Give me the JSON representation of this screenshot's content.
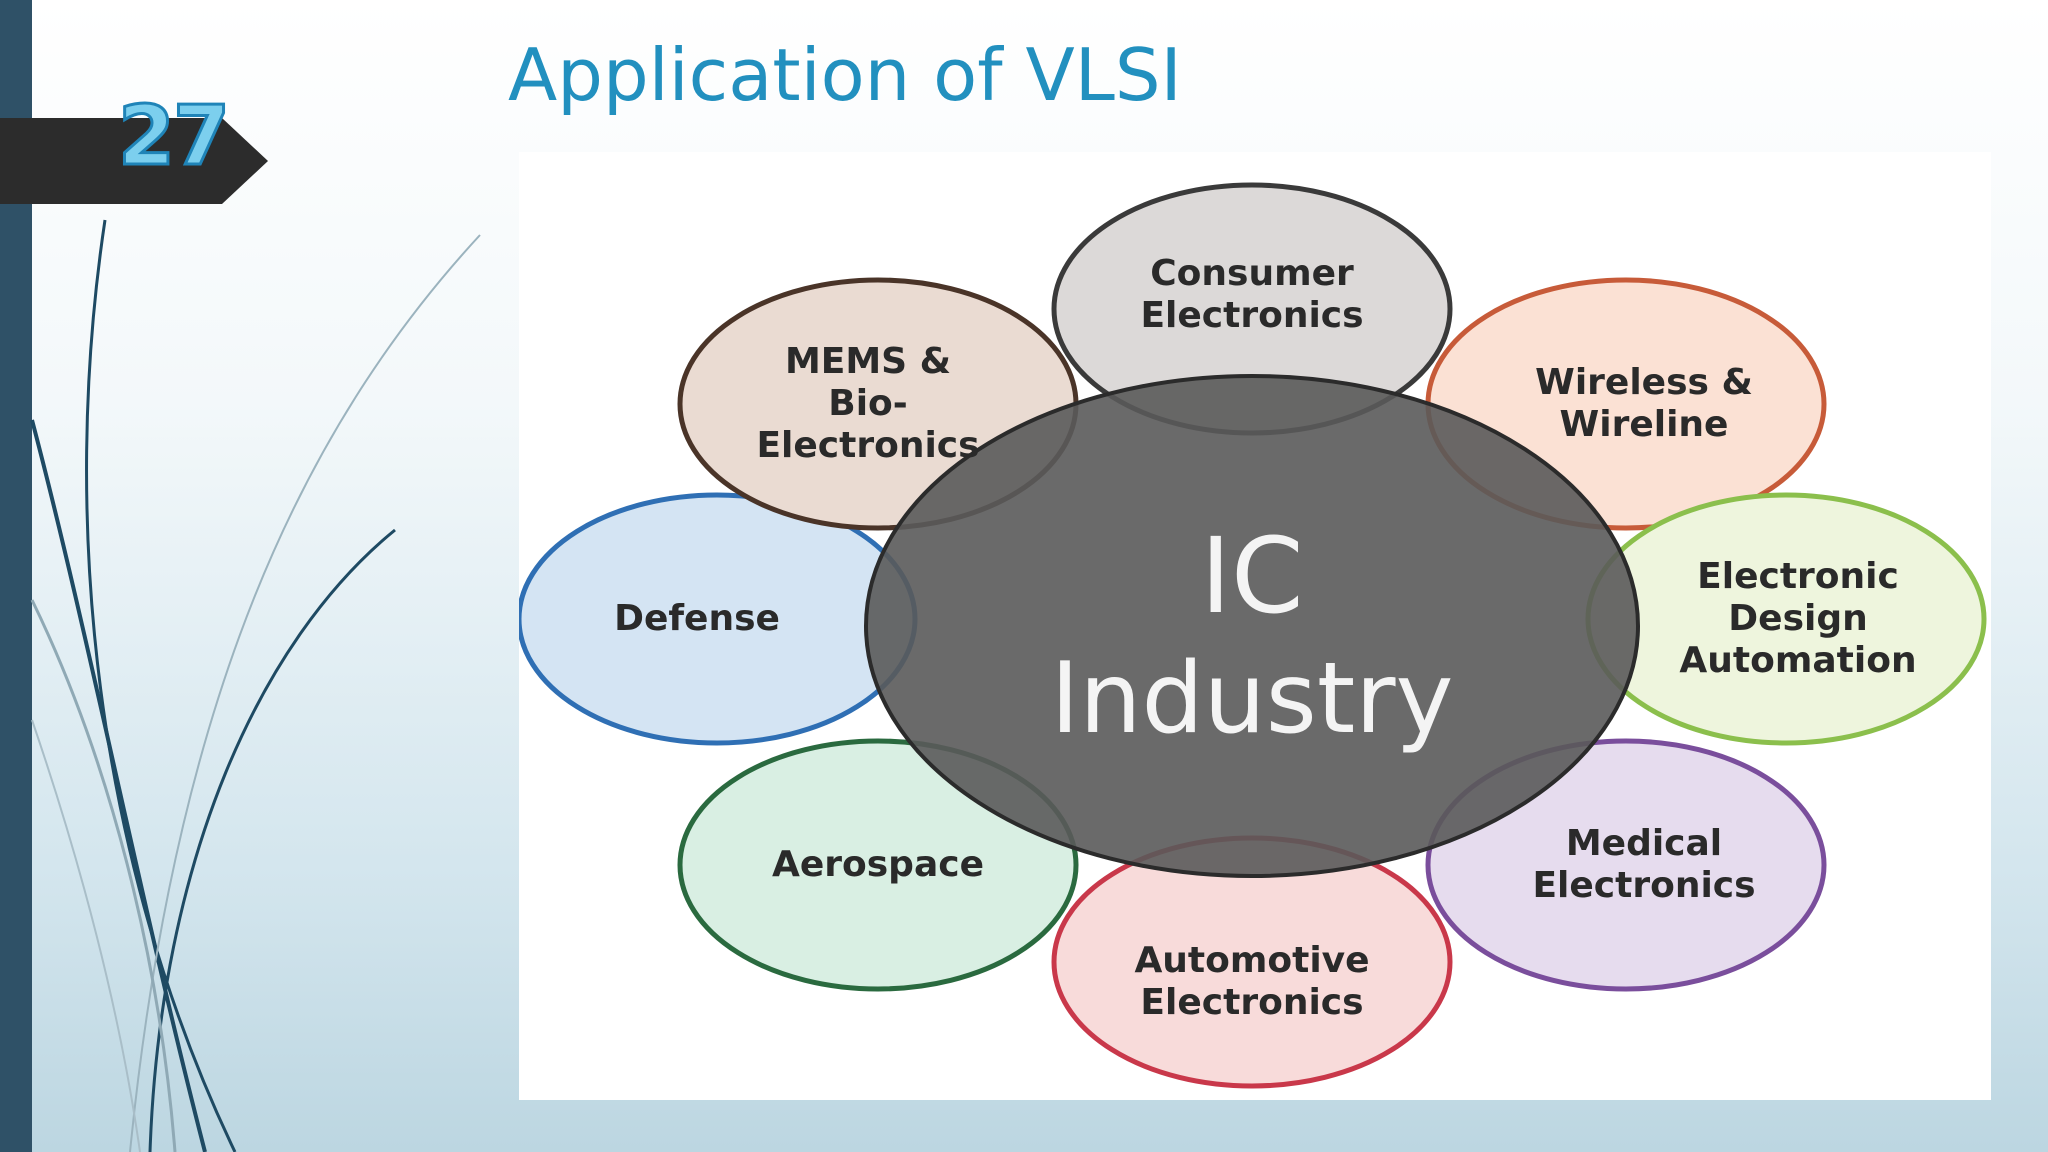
{
  "slide": {
    "number": "27",
    "title": "Application of VLSI"
  },
  "diagram": {
    "hub": {
      "line1": "IC",
      "line2": "Industry",
      "fill": "#5a5a5a"
    },
    "petals": [
      {
        "id": "consumer",
        "lines": [
          "Consumer",
          "Electronics"
        ],
        "fill": "#dcd9d8",
        "stroke": "#3a3a3a"
      },
      {
        "id": "wireless",
        "lines": [
          "Wireless &",
          "Wireline"
        ],
        "fill": "#fbe1d4",
        "stroke": "#c75b39"
      },
      {
        "id": "eda",
        "lines": [
          "Electronic",
          "Design",
          "Automation"
        ],
        "fill": "#eef5dd",
        "stroke": "#8bbf4c"
      },
      {
        "id": "medical",
        "lines": [
          "Medical",
          "Electronics"
        ],
        "fill": "#e6dcee",
        "stroke": "#7a4e9c"
      },
      {
        "id": "automotive",
        "lines": [
          "Automotive",
          "Electronics"
        ],
        "fill": "#f8dbda",
        "stroke": "#c9384a"
      },
      {
        "id": "aerospace",
        "lines": [
          "Aerospace"
        ],
        "fill": "#d9efe3",
        "stroke": "#2a6a3f"
      },
      {
        "id": "defense",
        "lines": [
          "Defense"
        ],
        "fill": "#d4e4f3",
        "stroke": "#2f6fb4"
      },
      {
        "id": "mems",
        "lines": [
          "MEMS &",
          "Bio-",
          "Electronics"
        ],
        "fill": "#eadbd2",
        "stroke": "#4a3428"
      }
    ]
  }
}
